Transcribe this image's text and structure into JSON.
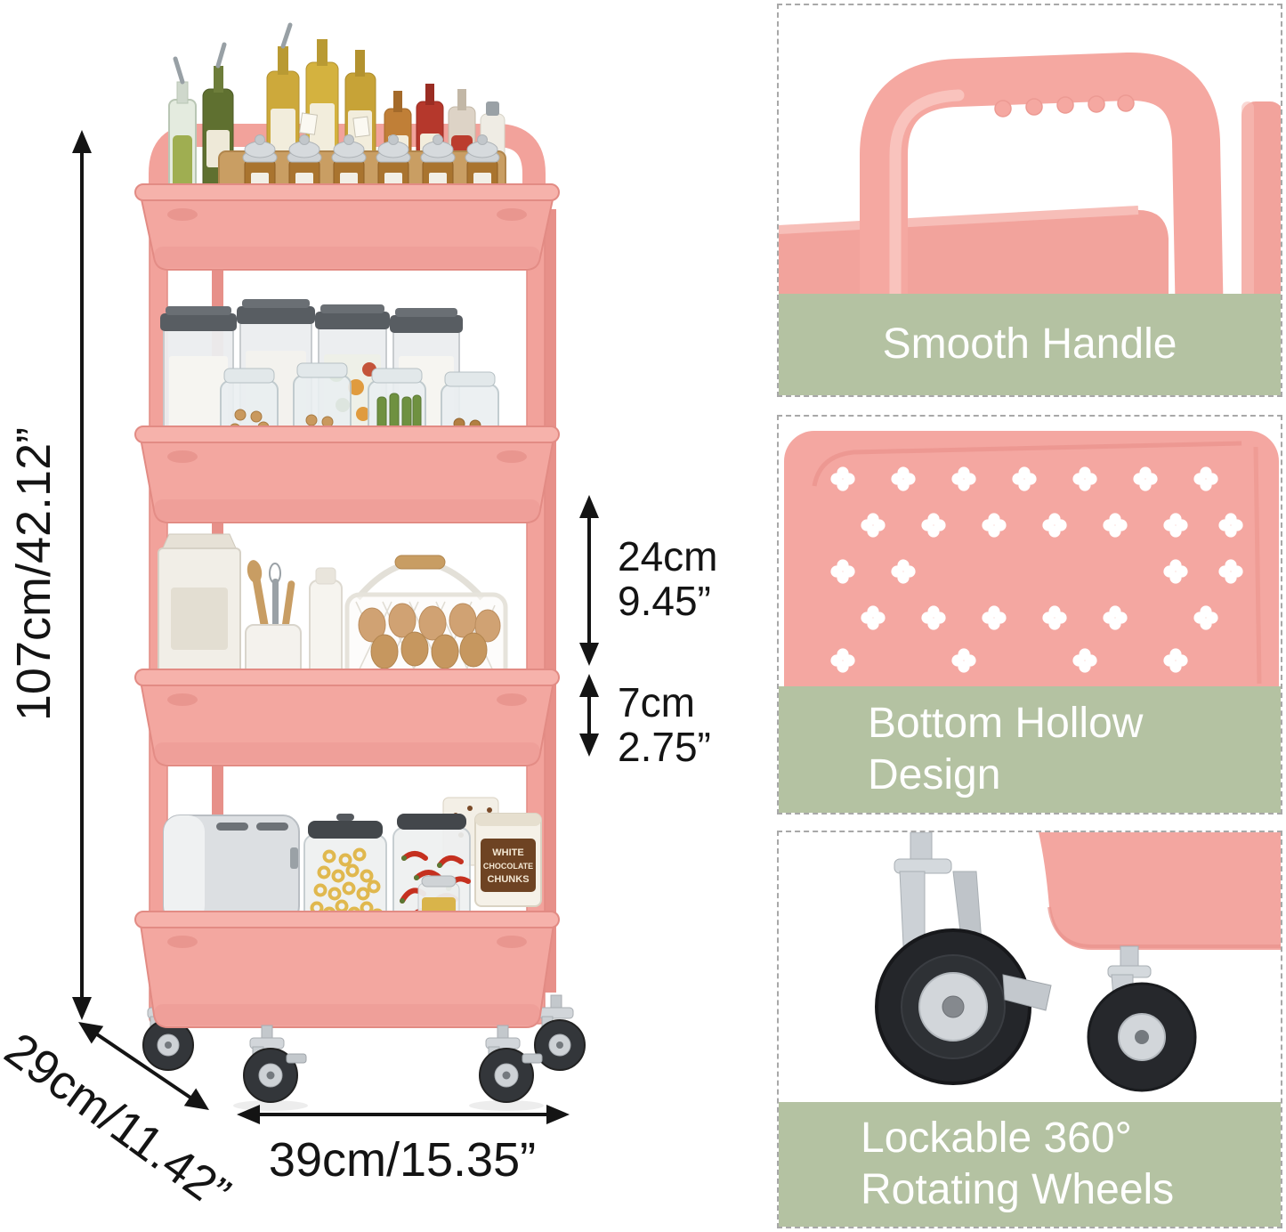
{
  "dimensions": {
    "height": "107cm/42.12”",
    "depth": "29cm/11.42”",
    "width": "39cm/15.35”",
    "tier_gap": {
      "metric": "24cm",
      "imperial": "9.45”"
    },
    "basket_depth": {
      "metric": "7cm",
      "imperial": "2.75”"
    }
  },
  "panels": {
    "handle": {
      "caption": "Smooth Handle"
    },
    "hollow_bottom": {
      "line1": "Bottom Hollow",
      "line2": "Design"
    },
    "wheels": {
      "line1": "Lockable 360°",
      "line2": "Rotating Wheels"
    }
  },
  "shelf_items": {
    "chocolate_package": {
      "line1": "WHITE",
      "line2": "CHOCOLATE",
      "line3": "CHUNKS"
    }
  },
  "colors": {
    "cart_pink": "#f5a8a2",
    "cart_pink_dark": "#e28b84",
    "band_green": "#b4c2a2",
    "caption_text": "#ffffff",
    "dimension_text": "#141414"
  }
}
